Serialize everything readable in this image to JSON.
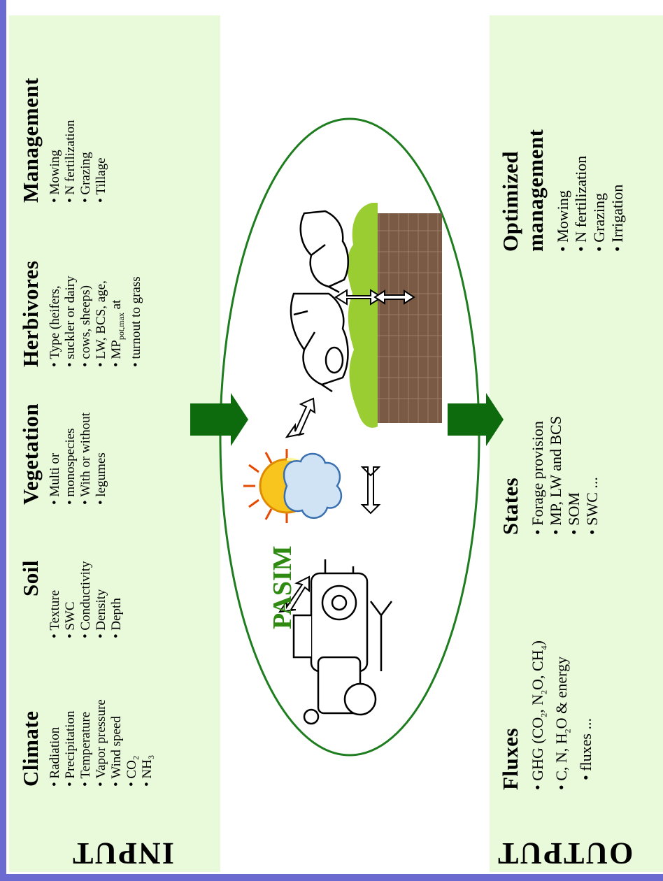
{
  "side_labels": {
    "input": "INPUT",
    "output": "OUTPUT"
  },
  "model_label": "PASIM",
  "input": {
    "climate": {
      "title": "Climate",
      "items": [
        "Radiation",
        "Precipitation",
        "Temperature",
        "Vapor pressure",
        "Wind speed",
        "CO₂",
        "NH₃"
      ]
    },
    "soil": {
      "title": "Soil",
      "items": [
        "Texture",
        "SWC",
        "Conductivity",
        "Density",
        "Depth"
      ]
    },
    "vegetation": {
      "title": "Vegetation",
      "items": [
        "Multi or",
        "monospecies",
        "With or without",
        "legumes"
      ]
    },
    "herbivores": {
      "title": "Herbivores",
      "items": [
        "Type (heifers,",
        "suckler or dairy",
        "cows, sheeps)",
        "LW, BCS, age,",
        "MP",
        "pot,max",
        "at",
        "turnout to grass"
      ]
    },
    "management": {
      "title": "Management",
      "items": [
        "Mowing",
        "N fertilization",
        "Grazing",
        "Tillage"
      ]
    }
  },
  "output": {
    "fluxes": {
      "title": "Fluxes",
      "items": [
        "GHG (CO",
        "2",
        ", N",
        "2",
        "O, CH",
        "4",
        ")",
        "C, N, H",
        "2",
        "O  & energy",
        "fluxes ..."
      ]
    },
    "states": {
      "title": "States",
      "items": [
        "Forage provision",
        "MP, LW and BCS",
        "SOM",
        "SWC ..."
      ]
    },
    "optimized": {
      "title_line1": "Optimized",
      "title_line2": "management",
      "items": [
        "Mowing",
        "N fertilization",
        "Grazing",
        "Irrigation"
      ]
    }
  },
  "colors": {
    "panel": "#e9fadb",
    "arrow": "#0d6b0d",
    "ellipse": "#1e7d1e",
    "pasim": "#2f8a12",
    "border": "#6a6ad0",
    "grass": "#9acd32",
    "soil": "#7a5a44"
  },
  "icons": [
    "sun-cloud-icon",
    "tractor-icon",
    "cow-icon",
    "soil-block-icon",
    "double-arrow-icon",
    "flow-arrow-icon"
  ]
}
